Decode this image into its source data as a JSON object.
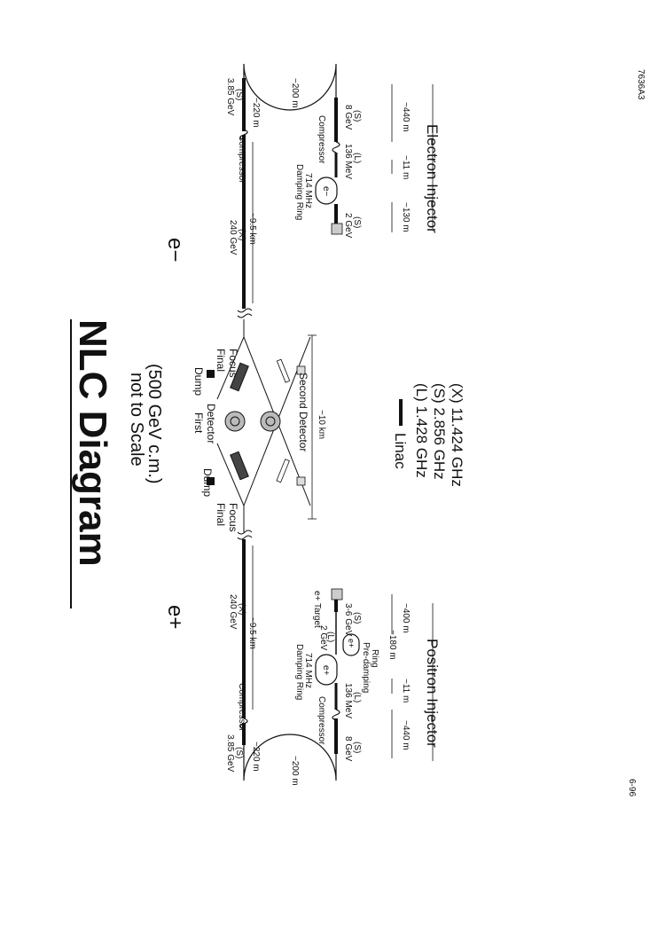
{
  "title": "NLC Diagram",
  "subtitle1": "not to Scale",
  "subtitle2": "(500 GeV c.m.)",
  "eplus": "e+",
  "eminus": "e−",
  "legend": {
    "linac": "Linac",
    "l": "(L) 1.428 GHz",
    "s": "(S) 2.856 GHz",
    "x": "(X) 11.424 GHz"
  },
  "center": {
    "first_detector_1": "First",
    "first_detector_2": "Detector",
    "second_detector": "Second Detector",
    "dump_left": "Dump",
    "dump_right": "Dump",
    "final_focus_left_1": "Final",
    "final_focus_left_2": "Focus",
    "final_focus_right_1": "Final",
    "final_focus_right_2": "Focus",
    "ten_km": "~10 km"
  },
  "positron": {
    "gev385_1": "3.85 GeV",
    "gev385_2": "(S)",
    "m220": "~220 m",
    "m200": "~200 m",
    "compressor_top": "Compressor",
    "gev240_1": "240 GeV",
    "gev240_2": "(X)",
    "km95": "~9.5 km",
    "damping_1": "Damping Ring",
    "damping_2": "714 MHz",
    "ring_e": "e+",
    "compressor_low": "Compressor",
    "gev8_1": "8 GeV",
    "gev8_2": "(S)",
    "mev136_1": "136 MeV",
    "mev136_2": "(L)",
    "gev2_1": "2 GeV",
    "gev2_2": "(L)",
    "predamp_ring": "e+",
    "predamp_1": "Pre-damping",
    "predamp_2": "Ring",
    "target": "e+ Target",
    "gev36_1": "3-6 GeV",
    "gev36_2": "(S)",
    "m180": "~180 m",
    "m440": "~440 m",
    "m11": "~11 m",
    "m400": "~400 m",
    "injector": "Positron Injector"
  },
  "electron": {
    "gev385_1": "3.85 GeV",
    "gev385_2": "(S)",
    "m220": "~220 m",
    "m200": "~200 m",
    "compressor_top": "Compressor",
    "gev240_1": "240 GeV",
    "gev240_2": "(X)",
    "km95": "~9.5 km",
    "compressor_low": "Compressor",
    "damping_1": "Damping Ring",
    "damping_2": "714 MHz",
    "ring_e": "e−",
    "gev2_1": "2 GeV",
    "gev2_2": "(S)",
    "mev136_1": "136 MeV",
    "mev136_2": "(L)",
    "gev8_1": "8 GeV",
    "gev8_2": "(S)",
    "m130": "~130 m",
    "m11": "~11 m",
    "m440": "~440 m",
    "injector": "Electron Injector"
  },
  "footer_date": "6-96",
  "footer_code": "7636A3"
}
